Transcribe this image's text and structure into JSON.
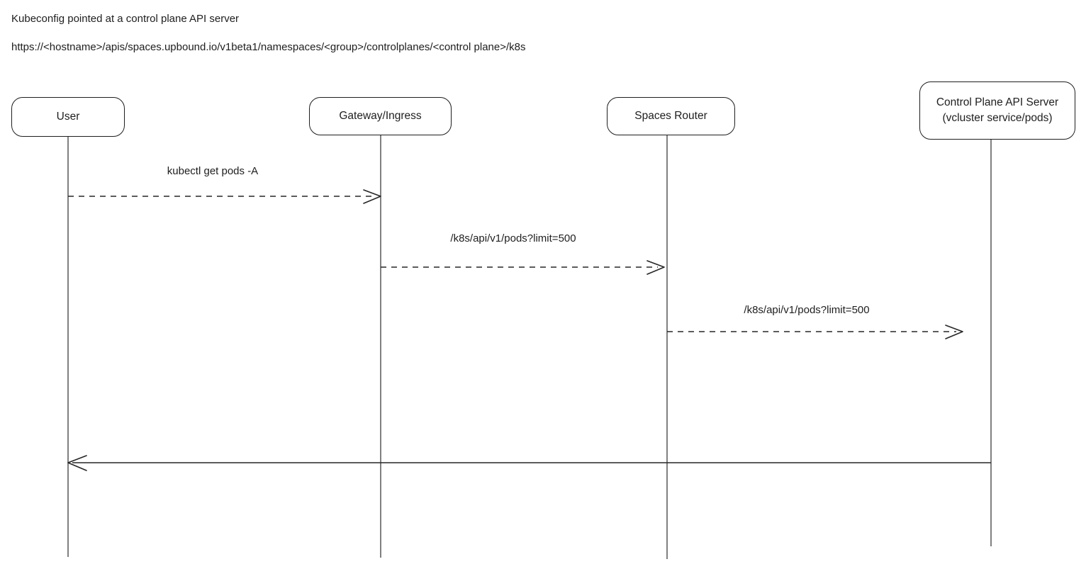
{
  "header": {
    "title": "Kubeconfig pointed at a control plane API server",
    "url": "https://<hostname>/apis/spaces.upbound.io/v1beta1/namespaces/<group>/controlplanes/<control plane>/k8s"
  },
  "diagram": {
    "type": "sequence-diagram",
    "actors": [
      {
        "id": "user",
        "label": "User"
      },
      {
        "id": "gateway",
        "label": "Gateway/Ingress"
      },
      {
        "id": "spaces-router",
        "label": "Spaces Router"
      },
      {
        "id": "control-plane",
        "label": "Control Plane API Server",
        "sublabel": "(vcluster service/pods)"
      }
    ],
    "messages": [
      {
        "from": "user",
        "to": "gateway",
        "label": "kubectl get pods -A",
        "line_style": "dashed",
        "direction": "right"
      },
      {
        "from": "gateway",
        "to": "spaces-router",
        "label": "/k8s/api/v1/pods?limit=500",
        "line_style": "dashed",
        "direction": "right"
      },
      {
        "from": "spaces-router",
        "to": "control-plane",
        "label": "/k8s/api/v1/pods?limit=500",
        "line_style": "dashed",
        "direction": "right"
      },
      {
        "from": "control-plane",
        "to": "user",
        "label": "",
        "line_style": "solid",
        "direction": "left"
      }
    ],
    "colors": {
      "stroke": "#1e1e1e",
      "lifeline": "#4a4a4a",
      "text": "#1e1e1e",
      "background": "#ffffff"
    }
  }
}
